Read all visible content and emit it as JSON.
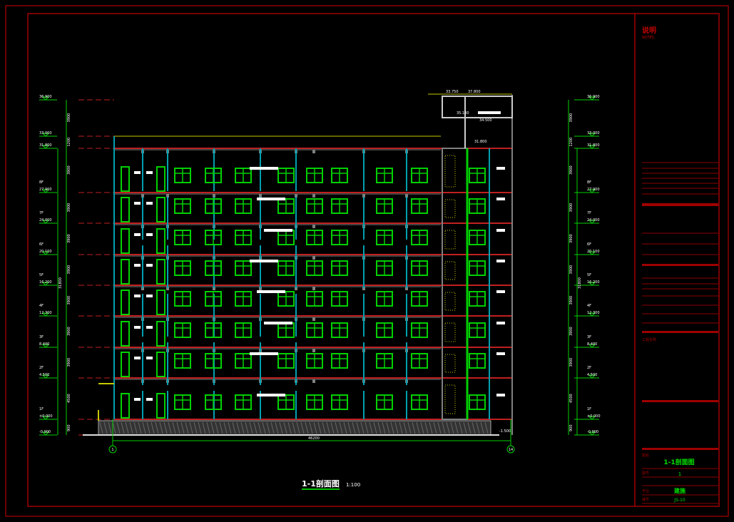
{
  "notes": {
    "title_cn": "说明",
    "title_en": "NOTES"
  },
  "drawing": {
    "title": "1-1剖面图",
    "scale": "1:100"
  },
  "colors": {
    "frame": "#8b0000",
    "green": "#00d000",
    "red": "#c02020",
    "cyan": "#00a0b0",
    "grey": "#808080",
    "white": "#ffffff",
    "yellow": "#c8c800"
  },
  "levels": [
    {
      "label": "",
      "elev": "36.900"
    },
    {
      "label": "",
      "elev": "33.000"
    },
    {
      "label": "",
      "elev": "31.800"
    },
    {
      "label": "8F",
      "elev": "27.900"
    },
    {
      "label": "7F",
      "elev": "24.000"
    },
    {
      "label": "6F",
      "elev": "20.100"
    },
    {
      "label": "5F",
      "elev": "16.200"
    },
    {
      "label": "4F",
      "elev": "12.300"
    },
    {
      "label": "3F",
      "elev": "8.400"
    },
    {
      "label": "2F",
      "elev": "4.500"
    },
    {
      "label": "1F",
      "elev": "±0.000"
    },
    {
      "label": "",
      "elev": "-0.900"
    }
  ],
  "dims": [
    "3900",
    "1200",
    "3900",
    "3900",
    "3900",
    "3900",
    "3900",
    "3900",
    "3900",
    "4500",
    "900"
  ],
  "total_dim": "31800",
  "stair_levels": [
    "33.750",
    "37.800",
    "35.100",
    "34.500",
    "31.800"
  ],
  "base_dim": "46200",
  "base_level": "-1.500",
  "axes": [
    "1",
    "14"
  ],
  "title_block": {
    "project_label": "工程名称",
    "drawing_name_label": "图名",
    "drawing_name": "1-1剖面图",
    "sheet_no_label": "图号",
    "sheet_no": "1",
    "discipline_label": "专业",
    "discipline": "建施",
    "number_label": "编号",
    "number": "JS-10"
  }
}
